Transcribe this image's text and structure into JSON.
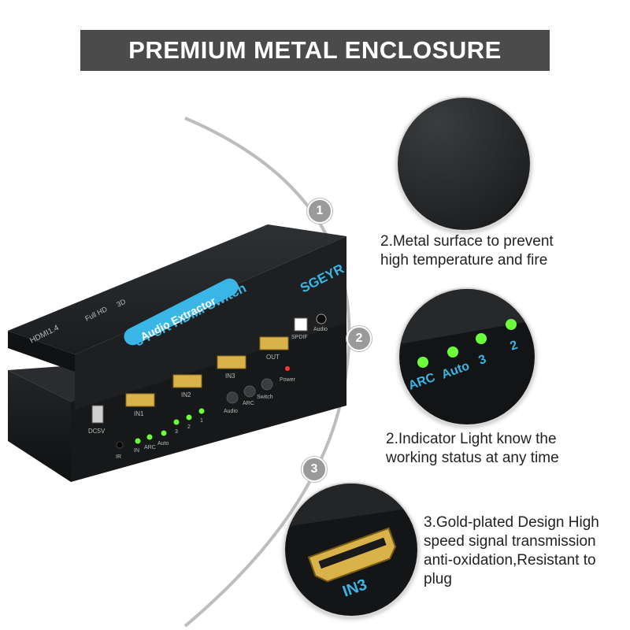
{
  "banner": {
    "title": "PREMIUM METAL ENCLOSURE"
  },
  "steps": [
    "1",
    "2",
    "3"
  ],
  "features": [
    {
      "lines": [
        "2.Metal surface to prevent",
        "high temperature and fire"
      ]
    },
    {
      "lines": [
        "2.Indicator Light know the",
        "working status at any time"
      ]
    },
    {
      "lines": [
        "3.Gold-plated Design  High",
        "speed signal transmission",
        "anti-oxidation,Resistant to",
        "plug"
      ]
    }
  ],
  "product": {
    "brand": "SGEYR",
    "title": "3 Port HDMI Switch",
    "badge": "Audio Extractor",
    "hdmi_version": "HDMI1.4",
    "features_top": [
      "3D",
      "Full HD"
    ],
    "top_ports": [
      "SPDIF",
      "Audio",
      "OUT",
      "IN3",
      "IN2",
      "IN1",
      "DC5V"
    ],
    "front_leds": [
      "IN",
      "ARC",
      "Auto",
      "3",
      "2",
      "1"
    ],
    "front_buttons": [
      "Audio",
      "ARC",
      "Switch",
      "Power"
    ],
    "ir_label": "IR"
  },
  "zoom_led_labels": [
    "ARC",
    "Auto",
    "3",
    "2"
  ],
  "zoom_port_label": "IN3",
  "colors": {
    "banner_bg": "#4b4b4b",
    "enclosure": "#1c1e20",
    "led_green": "#6bff3c",
    "label_cyan": "#3ab6e6",
    "gold": "#d9b24a"
  }
}
